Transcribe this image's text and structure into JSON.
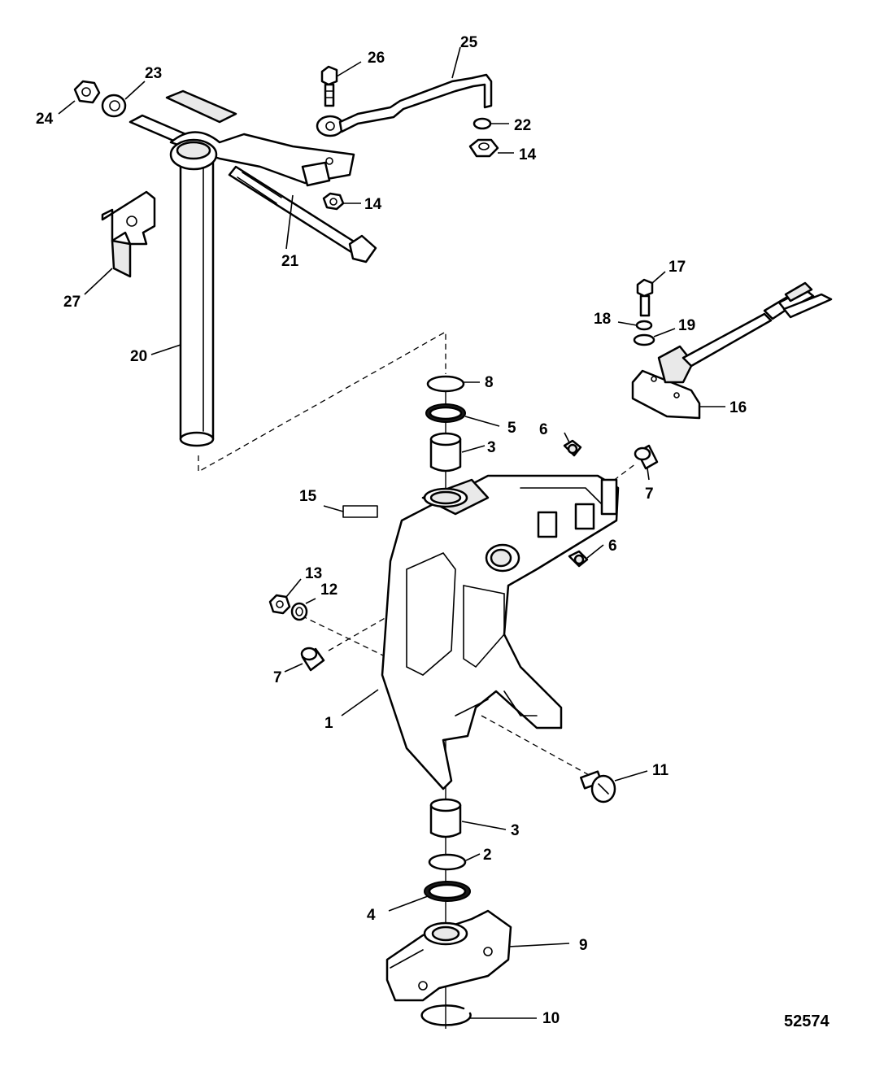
{
  "figure_number": "52574",
  "callouts": {
    "c1": "1",
    "c2": "2",
    "c3a": "3",
    "c3b": "3",
    "c4": "4",
    "c5": "5",
    "c6a": "6",
    "c6b": "6",
    "c7a": "7",
    "c7b": "7",
    "c8": "8",
    "c9": "9",
    "c10": "10",
    "c11": "11",
    "c12": "12",
    "c13": "13",
    "c14a": "14",
    "c14b": "14",
    "c15": "15",
    "c16": "16",
    "c17": "17",
    "c18": "18",
    "c19": "19",
    "c20": "20",
    "c21": "21",
    "c22": "22",
    "c23": "23",
    "c24": "24",
    "c25": "25",
    "c26": "26",
    "c27": "27"
  }
}
